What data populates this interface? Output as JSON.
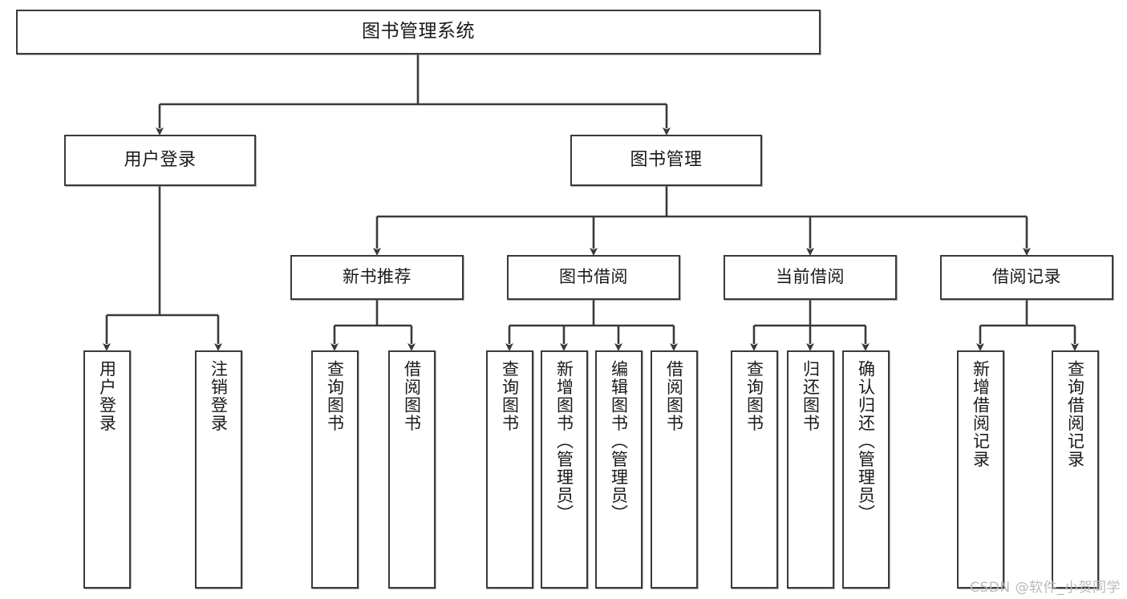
{
  "diagram": {
    "title": "图书管理系统",
    "type": "tree-hierarchy-chart",
    "root": {
      "id": "root",
      "label": "图书管理系统"
    },
    "level2": [
      {
        "id": "user-login",
        "label": "用户登录"
      },
      {
        "id": "book-management",
        "label": "图书管理"
      }
    ],
    "level3": [
      {
        "id": "new-book-recommend",
        "label": "新书推荐",
        "parent": "book-management"
      },
      {
        "id": "book-borrow",
        "label": "图书借阅",
        "parent": "book-management"
      },
      {
        "id": "current-borrow",
        "label": "当前借阅",
        "parent": "book-management"
      },
      {
        "id": "borrow-record",
        "label": "借阅记录",
        "parent": "book-management"
      }
    ],
    "leaves": [
      {
        "id": "leaf-user-login",
        "label": "用户登录",
        "parent": "user-login"
      },
      {
        "id": "leaf-logout-login",
        "label": "注销登录",
        "parent": "user-login"
      },
      {
        "id": "leaf-query-book-1",
        "label": "查询图书",
        "parent": "new-book-recommend"
      },
      {
        "id": "leaf-borrow-book-1",
        "label": "借阅图书",
        "parent": "new-book-recommend"
      },
      {
        "id": "leaf-query-book-2",
        "label": "查询图书",
        "parent": "book-borrow"
      },
      {
        "id": "leaf-add-book",
        "label": "新增图书（管理员）",
        "parent": "book-borrow"
      },
      {
        "id": "leaf-edit-book",
        "label": "编辑图书（管理员）",
        "parent": "book-borrow"
      },
      {
        "id": "leaf-borrow-book-2",
        "label": "借阅图书",
        "parent": "book-borrow"
      },
      {
        "id": "leaf-query-book-3",
        "label": "查询图书",
        "parent": "current-borrow"
      },
      {
        "id": "leaf-return-book",
        "label": "归还图书",
        "parent": "current-borrow"
      },
      {
        "id": "leaf-confirm-return",
        "label": "确认归还（管理员）",
        "parent": "current-borrow"
      },
      {
        "id": "leaf-add-record",
        "label": "新增借阅记录",
        "parent": "borrow-record"
      },
      {
        "id": "leaf-query-record",
        "label": "查询借阅记录",
        "parent": "borrow-record"
      }
    ]
  },
  "watermark": {
    "text": "CSDN @软件_小贺同学"
  },
  "colors": {
    "stroke": "#3a3a3a",
    "fill": "#ffffff",
    "text": "#1a1a1a",
    "watermark": "#b9b9b9"
  }
}
